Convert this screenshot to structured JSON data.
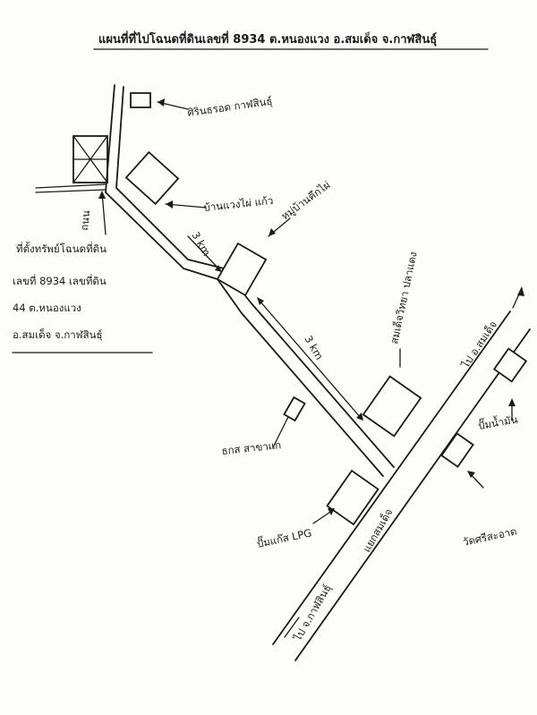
{
  "title": "แผนที่ที่ไปโฉนดที่ดินเลขที่ 8934 ต.หนองแวง อ.สมเด็จ จ.กาฬสินธุ์",
  "landmarks": {
    "sirin": "ศิรินธรอด กาฬสินธุ์",
    "house": "บ้านแวงไผ่ แก้ว",
    "village": "หมู่บ้านคึกไผ่",
    "school": "สมเด็จวิทยา ปลาแดง",
    "to_somdet": "ไป อ.สมเด็จ",
    "gas_station": "ปั๊มน้ำมัน",
    "bank": "ธกส สาขาแก",
    "kaeo": "ปั๊มแก๊ส LPG",
    "wat": "วัดศรีสะอาด",
    "to_kalasin": "ไป จ.กาฬสินธุ์",
    "junction_label": "แยกสมเด็จ",
    "north_label": "ถนน"
  },
  "land_note": {
    "line1": "ที่ตั้งทรัพย์โฉนดที่ดิน",
    "line2": "เลขที่ 8934  เลขที่ดิน",
    "line3": "44  ต.หนองแวง",
    "line4": "อ.สมเด็จ  จ.กาฬสินธุ์"
  },
  "distances": {
    "d1": "3 km",
    "d2": "3 km"
  }
}
